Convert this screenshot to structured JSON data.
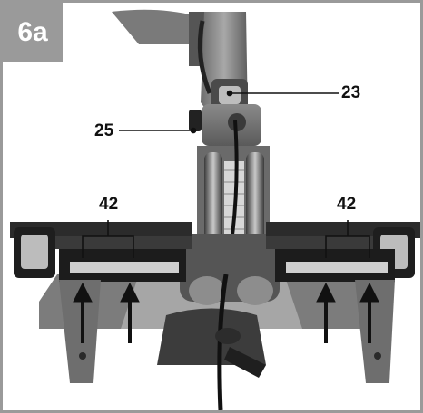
{
  "figure": {
    "label": "6a",
    "label_bg": "#9a9a9a",
    "frame_color": "#9a9a9a"
  },
  "callouts": [
    {
      "id": "23",
      "text": "23"
    },
    {
      "id": "25",
      "text": "25"
    },
    {
      "id": "42-left",
      "text": "42"
    },
    {
      "id": "42-right",
      "text": "42"
    }
  ],
  "arrows": {
    "count": 4,
    "direction": "up",
    "color": "#111111"
  }
}
